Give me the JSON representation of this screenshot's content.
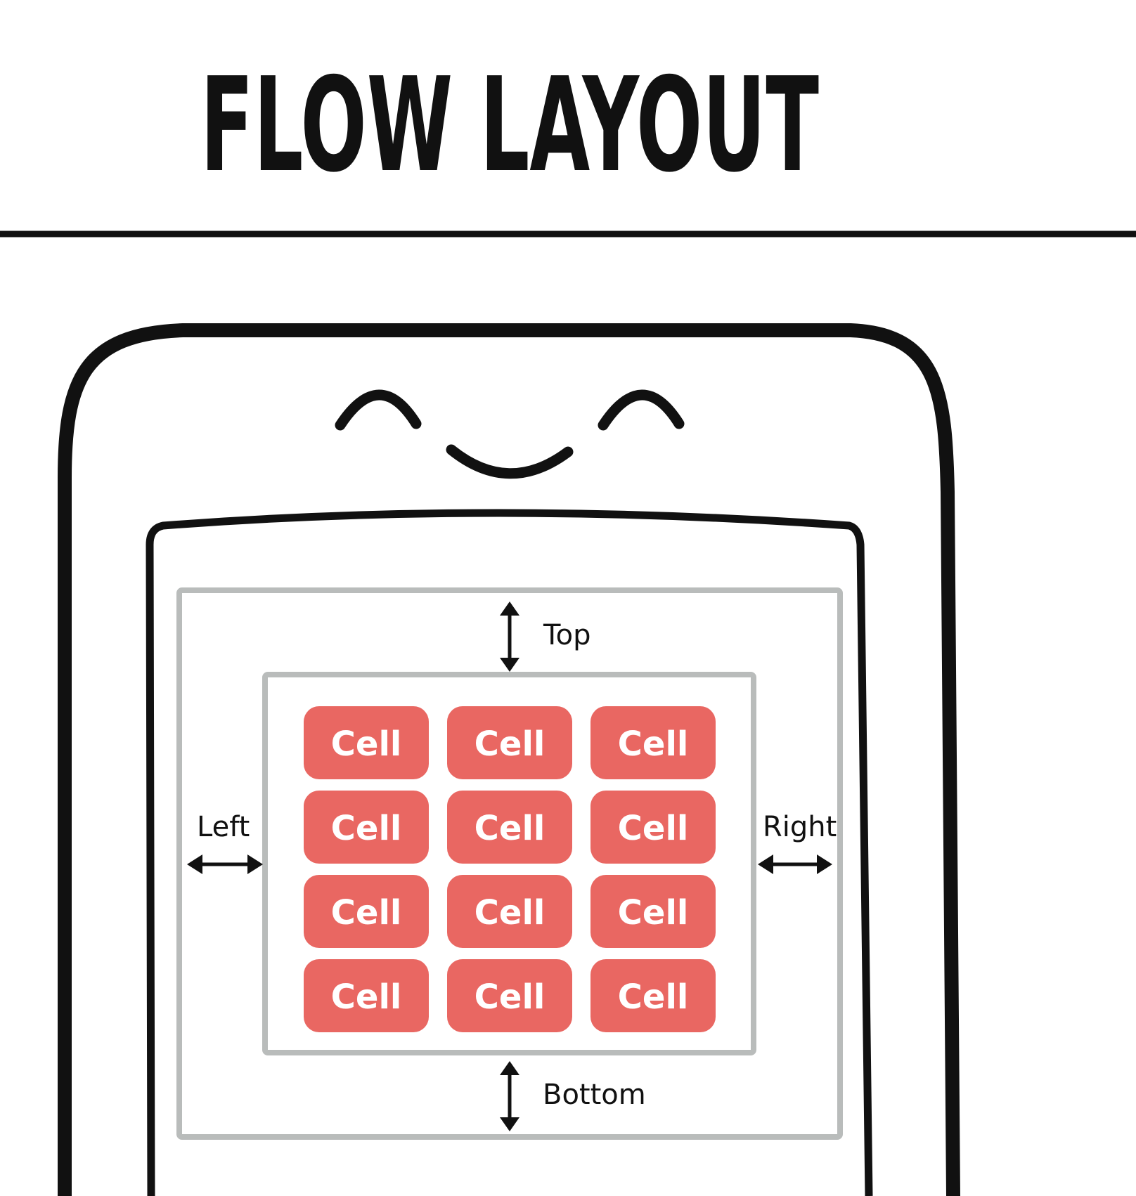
{
  "title": "Flow Layout",
  "title_caps": "FLOW LAYOUT",
  "colors": {
    "ink": "#111111",
    "cell_fill": "#e96762",
    "cell_text": "#ffffff",
    "guide_border": "#b9bcbb",
    "background": "#ffffff"
  },
  "insets": {
    "top": "Top",
    "bottom": "Bottom",
    "left": "Left",
    "right": "Right"
  },
  "grid": {
    "rows": 4,
    "columns": 3,
    "cell_label": "Cell"
  },
  "icons": [
    "smiling-eyes-icon",
    "smile-mouth-icon",
    "double-arrow-icon"
  ]
}
